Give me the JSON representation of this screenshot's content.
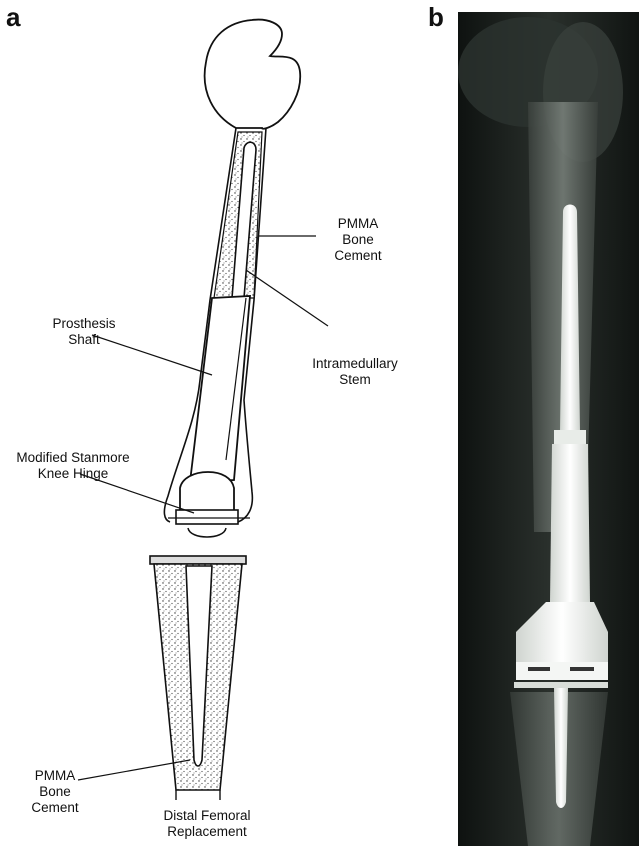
{
  "panel_a": {
    "letter": "a",
    "labels": {
      "pmma_top": [
        "PMMA",
        "Bone",
        "Cement"
      ],
      "prosthesis_shaft": [
        "Prosthesis",
        "Shaft"
      ],
      "intramedullary_stem": [
        "Intramedullary",
        "Stem"
      ],
      "knee_hinge": [
        "Modified Stanmore",
        "Knee Hinge"
      ],
      "pmma_bottom": [
        "PMMA",
        "Bone",
        "Cement"
      ],
      "distal_femoral": [
        "Distal Femoral",
        "Replacement"
      ]
    }
  },
  "panel_b": {
    "letter": "b"
  },
  "colors": {
    "ink": "#111111",
    "xray_bg": "#1a1f1c",
    "implant": "#f2f4f2"
  }
}
